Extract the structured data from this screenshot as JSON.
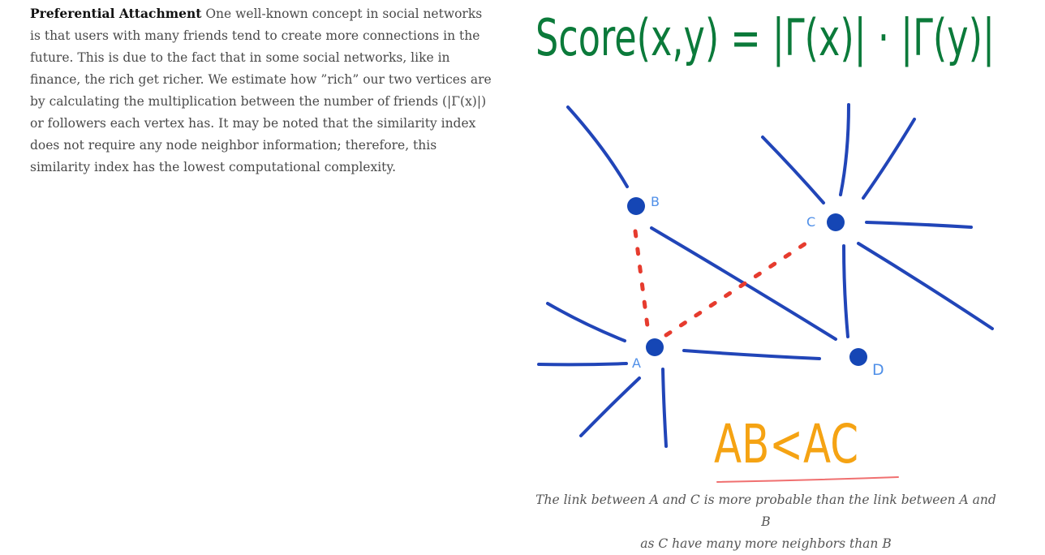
{
  "article": {
    "heading": "Preferential Attachment",
    "body": "One well-known concept in social networks is that users with many friends tend to create more connections in the future. This is due to the fact that in some social networks, like in finance, the rich get richer. We estimate how ”rich” our two vertices are by calculating the multiplication between the number of friends (|Γ(x)|) or followers each vertex has. It may be noted that the similarity index does not require any node neighbor information; therefore, this similarity index has the lowest computational complexity."
  },
  "figure": {
    "formula": "Score(x,y) = |Γ(x)| · |Γ(y)|",
    "nodes": {
      "a": "A",
      "b": "B",
      "c": "C",
      "d": "D"
    },
    "comparison": "AB<AC",
    "caption_line1": "The link between A and C is more probable than the link between A and B",
    "caption_line2": "as C have many more neighbors than B"
  },
  "colors": {
    "formula": "#0b7a3a",
    "edge": "#2145b8",
    "node": "#1546b5",
    "label": "#4f8fe8",
    "dashed": "#e63b2e",
    "comparison": "#f5a313",
    "underline": "#f07070"
  }
}
